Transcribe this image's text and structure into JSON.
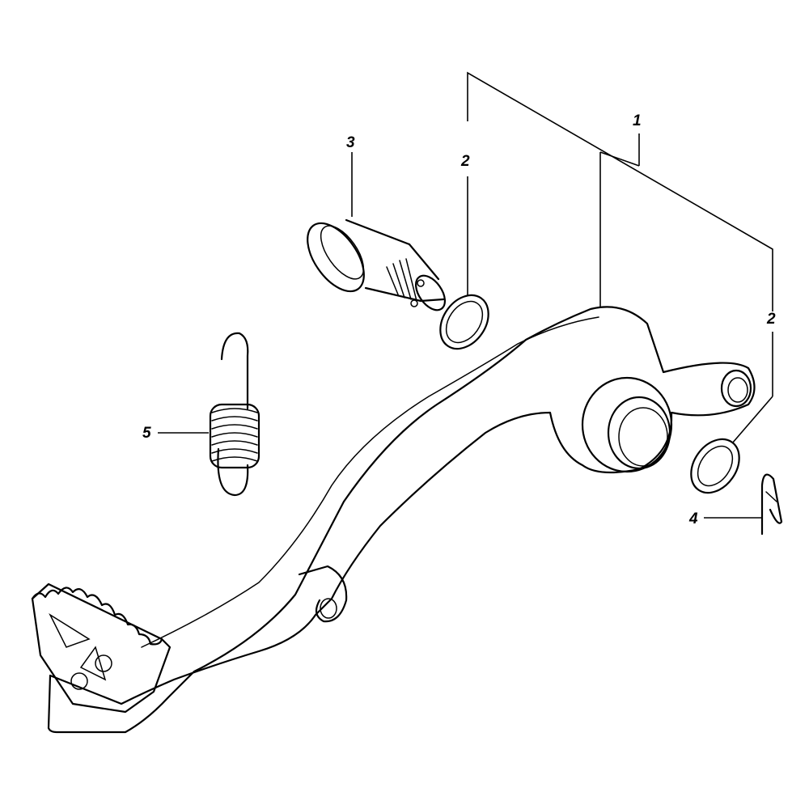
{
  "diagram": {
    "callouts": {
      "pedal": "1",
      "washer_upper": "2",
      "washer_lower": "2",
      "pivot_bolt": "3",
      "cotter_pin": "4",
      "spring": "5"
    }
  }
}
